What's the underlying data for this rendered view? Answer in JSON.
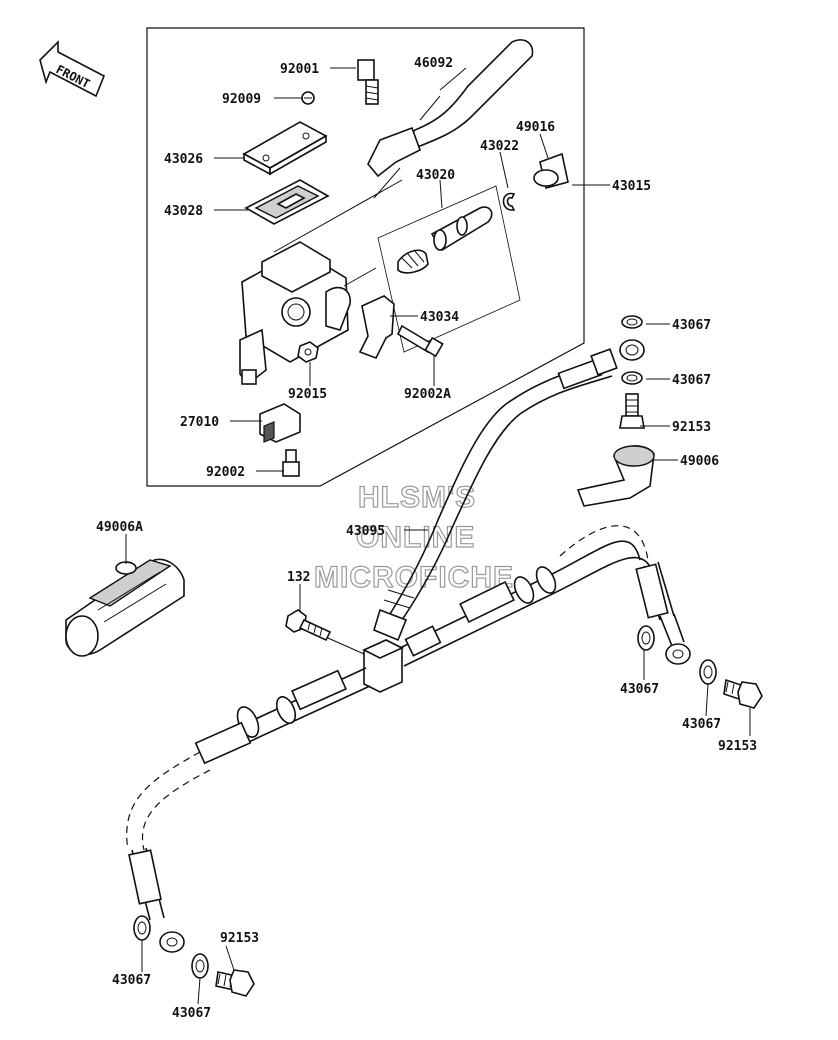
{
  "front_label": "FRONT",
  "watermark": [
    "HLSM'S",
    "ONLINE",
    "MICROFICHE"
  ],
  "labels": {
    "p92001": "92001",
    "p46092": "46092",
    "p92009": "92009",
    "p49016": "49016",
    "p43026": "43026",
    "p43022": "43022",
    "p43020": "43020",
    "p43015": "43015",
    "p43028": "43028",
    "p43034": "43034",
    "p43067a": "43067",
    "p43067b": "43067",
    "p92015": "92015",
    "p92002A": "92002A",
    "p92153a": "92153",
    "p27010": "27010",
    "p49006": "49006",
    "p92002": "92002",
    "p49006A": "49006A",
    "p43095": "43095",
    "p132": "132",
    "p43067c": "43067",
    "p43067d": "43067",
    "p92153b": "92153",
    "p92153c": "92153",
    "p43067e": "43067",
    "p43067f": "43067"
  }
}
